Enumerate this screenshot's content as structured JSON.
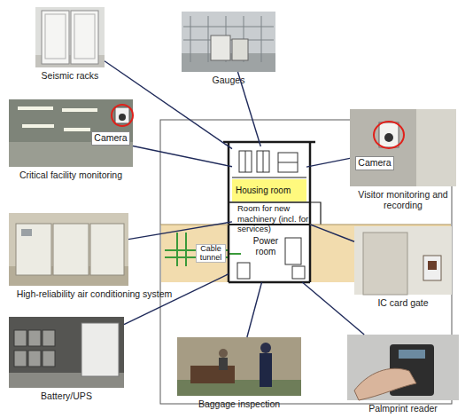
{
  "diagram": {
    "nodes": [
      {
        "text": [
          "Seismic racks"
        ]
      },
      {
        "text": [
          "Gauges"
        ]
      },
      {
        "text": [
          "Critical facility monitoring"
        ]
      },
      {
        "text": [
          "Camera"
        ],
        "in": 2
      },
      {
        "text": [
          "Housing room"
        ]
      },
      {
        "text": [
          "Visitor monitoring and recording"
        ]
      },
      {
        "text": [
          "Camera"
        ],
        "in": 5
      },
      {
        "text": [
          "Room for new machinery (incl. for services)"
        ]
      },
      {
        "text": [
          "High-reliability air conditioning system"
        ]
      },
      {
        "text": [
          "Cable tunnel"
        ]
      },
      {
        "text": [
          "Power room"
        ]
      },
      {
        "text": [
          "IC card gate"
        ]
      },
      {
        "text": [
          "Battery/UPS"
        ]
      },
      {
        "text": [
          "Baggage inspection"
        ]
      },
      {
        "text": [
          "Palmprint reader"
        ]
      }
    ],
    "edges": [
      {
        "from": 0,
        "to": 4,
        "arrow": "none"
      },
      {
        "from": 1,
        "to": 4,
        "arrow": "none"
      },
      {
        "from": 2,
        "to": 4,
        "arrow": "none"
      },
      {
        "from": 5,
        "to": 4,
        "arrow": "none"
      },
      {
        "from": 8,
        "to": 7,
        "arrow": "none"
      },
      {
        "from": 11,
        "to": 7,
        "arrow": "none"
      },
      {
        "from": 12,
        "to": 10,
        "arrow": "none"
      },
      {
        "from": 13,
        "to": 10,
        "arrow": "none"
      },
      {
        "from": 14,
        "to": 10,
        "arrow": "none"
      }
    ]
  }
}
